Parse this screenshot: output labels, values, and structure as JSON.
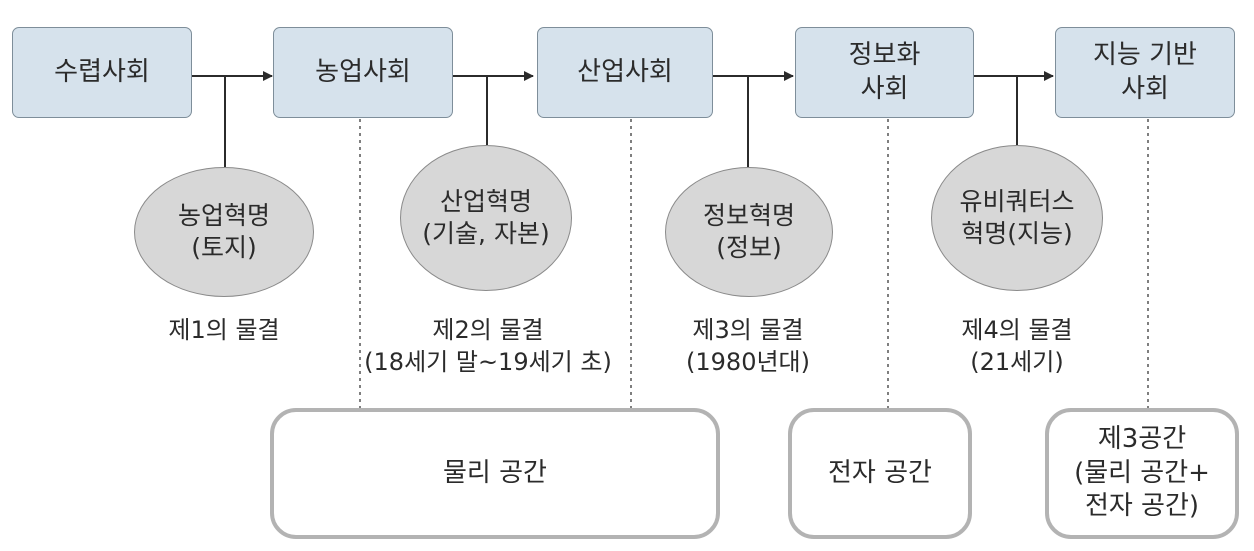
{
  "societies": [
    {
      "id": "hunting",
      "label": "수렵사회"
    },
    {
      "id": "agricultural",
      "label": "농업사회"
    },
    {
      "id": "industrial",
      "label": "산업사회"
    },
    {
      "id": "information",
      "label": "정보화\n사회"
    },
    {
      "id": "intelligence",
      "label": "지능 기반\n사회"
    }
  ],
  "revolutions": [
    {
      "id": "agricultural-revolution",
      "label": "농업혁명\n(토지)"
    },
    {
      "id": "industrial-revolution",
      "label": "산업혁명\n(기술, 자본)"
    },
    {
      "id": "information-revolution",
      "label": "정보혁명\n(정보)"
    },
    {
      "id": "ubiquitous-revolution",
      "label": "유비쿼터스\n혁명(지능)"
    }
  ],
  "waves": [
    {
      "id": "wave-1",
      "label": "제1의 물결"
    },
    {
      "id": "wave-2",
      "label": "제2의 물결\n(18세기 말~19세기 초)"
    },
    {
      "id": "wave-3",
      "label": "제3의 물결\n(1980년대)"
    },
    {
      "id": "wave-4",
      "label": "제4의 물결\n(21세기)"
    }
  ],
  "spaces": [
    {
      "id": "physical-space",
      "label": "물리 공간"
    },
    {
      "id": "electronic-space",
      "label": "전자 공간"
    },
    {
      "id": "third-space",
      "label": "제3공간\n(물리 공간+\n전자 공간)"
    }
  ],
  "colors": {
    "society_fill": "#d6e2ec",
    "society_border": "#7e8e9a",
    "revolution_fill": "#d7d7d7",
    "space_border": "#b3b3b3",
    "line": "#2b2b2b"
  }
}
